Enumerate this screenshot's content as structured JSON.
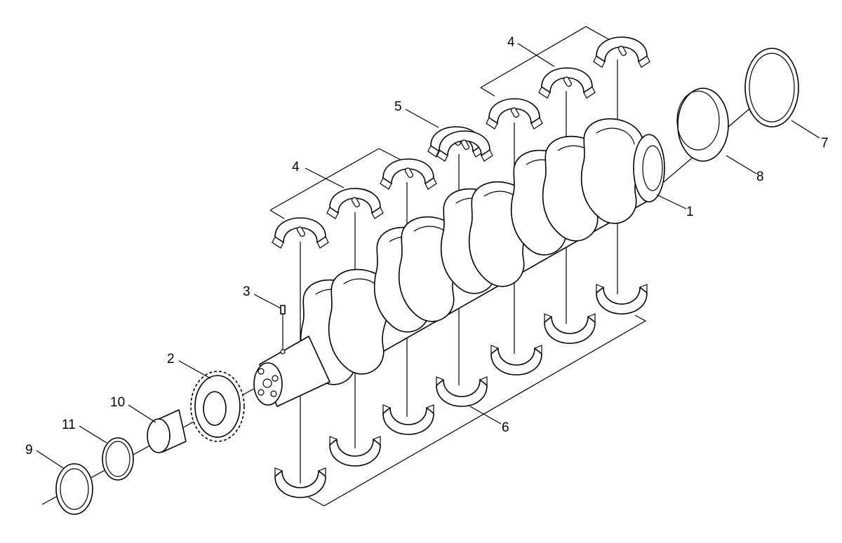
{
  "diagram": {
    "type": "exploded-parts-diagram",
    "parts": [
      {
        "id": "crankshaft",
        "callout": "1"
      },
      {
        "id": "timing-gear",
        "callout": "2"
      },
      {
        "id": "dowel-pin",
        "callout": "3"
      },
      {
        "id": "upper-main-bearing-shell-left",
        "callout": "4"
      },
      {
        "id": "upper-main-bearing-shell-right",
        "callout": "4"
      },
      {
        "id": "thrust-bearing-shell",
        "callout": "5"
      },
      {
        "id": "lower-main-bearing-shells",
        "callout": "6"
      },
      {
        "id": "rear-oil-seal",
        "callout": "7"
      },
      {
        "id": "rear-wear-sleeve",
        "callout": "8"
      },
      {
        "id": "front-oil-seal",
        "callout": "9"
      },
      {
        "id": "front-spacer",
        "callout": "10"
      },
      {
        "id": "front-ring",
        "callout": "11"
      }
    ]
  }
}
